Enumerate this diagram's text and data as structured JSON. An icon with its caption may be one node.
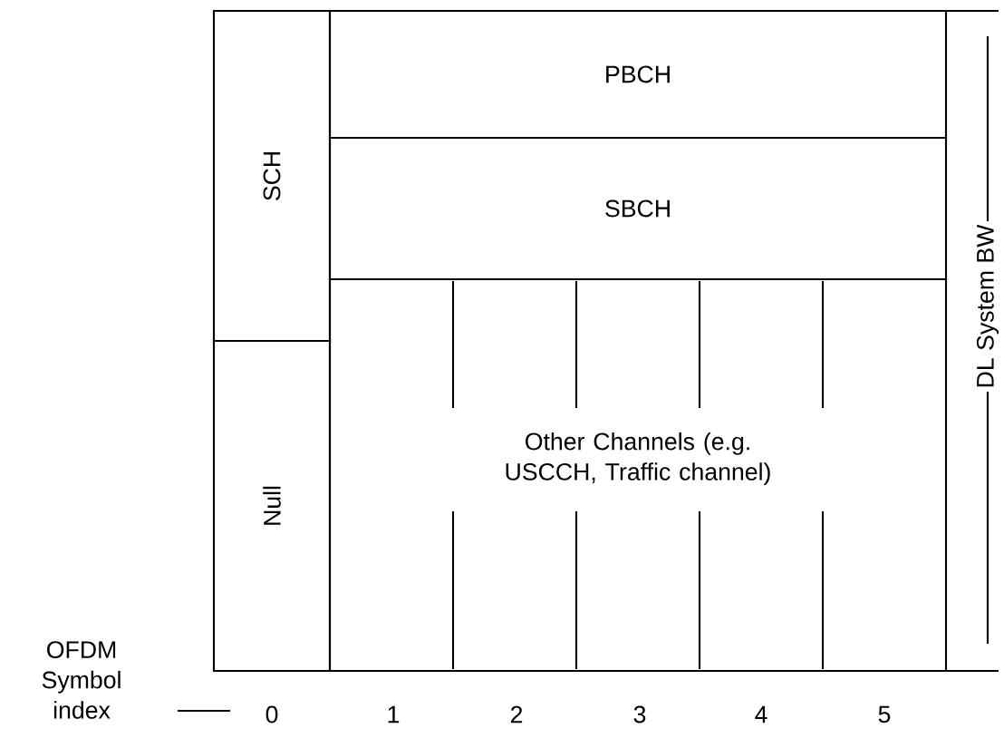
{
  "diagram": {
    "nodes": [
      {
        "text": [
          "SCH"
        ]
      },
      {
        "text": [
          "Null"
        ]
      },
      {
        "text": [
          "PBCH"
        ]
      },
      {
        "text": [
          "SBCH"
        ]
      },
      {
        "text": [
          "Other Channels (e.g. USCCH, Traffic channel)"
        ]
      }
    ],
    "labels": [
      "DL System BW",
      "OFDM Symbol index",
      "0",
      "1",
      "2",
      "3",
      "4",
      "5"
    ]
  }
}
